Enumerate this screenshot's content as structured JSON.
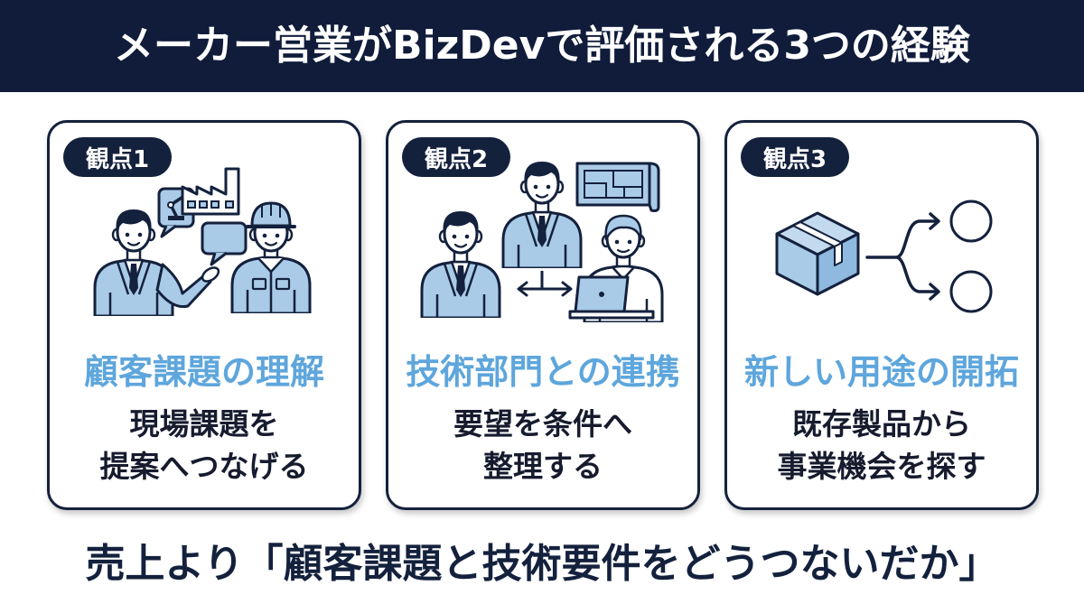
{
  "header": {
    "title": "メーカー営業がBizDevで評価される3つの経験"
  },
  "cards": [
    {
      "badge": "観点1",
      "heading": "顧客課題の理解",
      "lines": [
        "現場課題を",
        "提案へつなげる"
      ],
      "icons": [
        "robot-arm-bubble-icon",
        "factory-icon",
        "speech-bubble-icon",
        "businessman-icon",
        "worker-helmet-icon"
      ]
    },
    {
      "badge": "観点2",
      "heading": "技術部門との連携",
      "lines": [
        "要望を条件へ",
        "整理する"
      ],
      "icons": [
        "blueprint-icon",
        "manager-icon",
        "businessman-icon",
        "engineer-laptop-icon",
        "double-arrow-icon"
      ]
    },
    {
      "badge": "観点3",
      "heading": "新しい用途の開拓",
      "lines": [
        "既存製品から",
        "事業機会を探す"
      ],
      "icons": [
        "cardboard-box-icon",
        "branch-arrow-icon",
        "circle-icon",
        "circle-icon"
      ]
    }
  ],
  "footer": {
    "text": "売上より「顧客課題と技術要件をどうつないだか」"
  },
  "colors": {
    "header_bg": "#101c3a",
    "navy": "#14213d",
    "accent_blue": "#5ea6dc",
    "illustration_fill": "#a9cbe8",
    "background": "#ffffff"
  }
}
